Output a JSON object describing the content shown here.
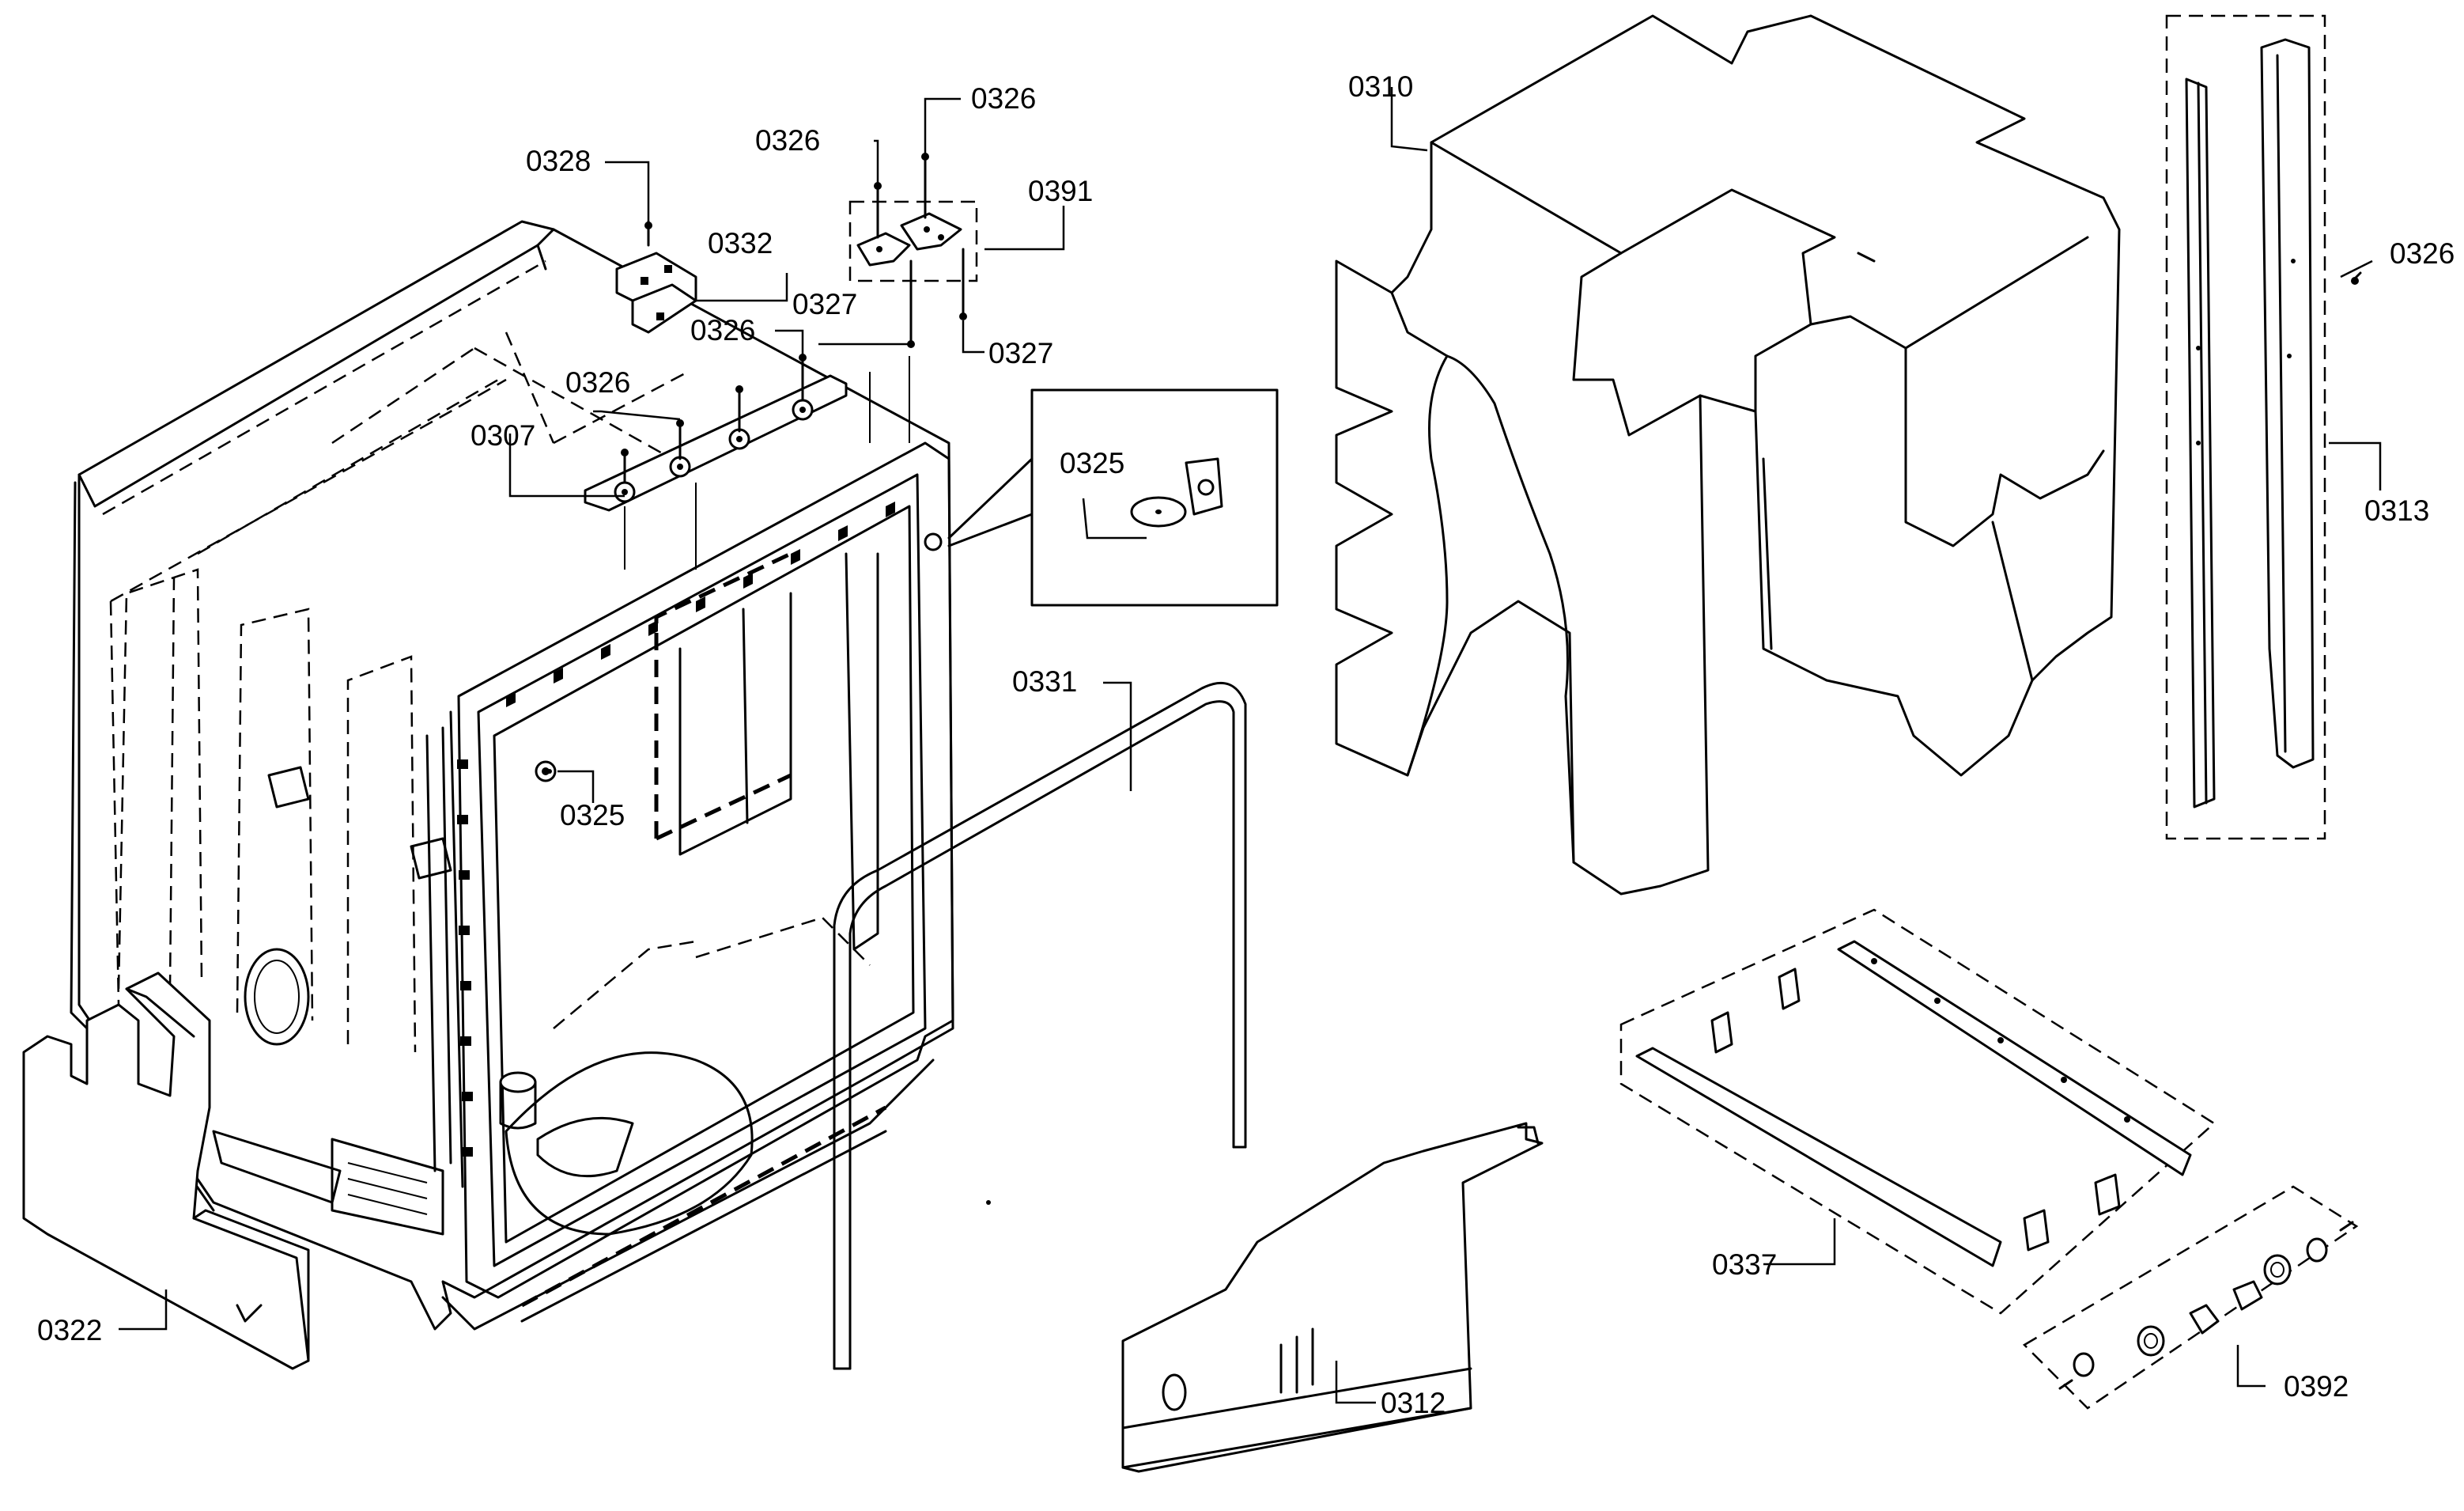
{
  "diagram": {
    "callouts": [
      {
        "id": "c0310",
        "text": "0310"
      },
      {
        "id": "c0313",
        "text": "0313"
      },
      {
        "id": "c0326r",
        "text": "0326"
      },
      {
        "id": "c0328",
        "text": "0328"
      },
      {
        "id": "c0332",
        "text": "0332"
      },
      {
        "id": "c0326a",
        "text": "0326"
      },
      {
        "id": "c0326b",
        "text": "0326"
      },
      {
        "id": "c0391",
        "text": "0391"
      },
      {
        "id": "c0327a",
        "text": "0327"
      },
      {
        "id": "c0327b",
        "text": "0327"
      },
      {
        "id": "c0326c",
        "text": "0326"
      },
      {
        "id": "c0326d",
        "text": "0326"
      },
      {
        "id": "c0307",
        "text": "0307"
      },
      {
        "id": "c0325a",
        "text": "0325"
      },
      {
        "id": "c0325b",
        "text": "0325"
      },
      {
        "id": "c0331",
        "text": "0331"
      },
      {
        "id": "c0322",
        "text": "0322"
      },
      {
        "id": "c0312",
        "text": "0312"
      },
      {
        "id": "c0337",
        "text": "0337"
      },
      {
        "id": "c0392",
        "text": "0392"
      }
    ]
  }
}
